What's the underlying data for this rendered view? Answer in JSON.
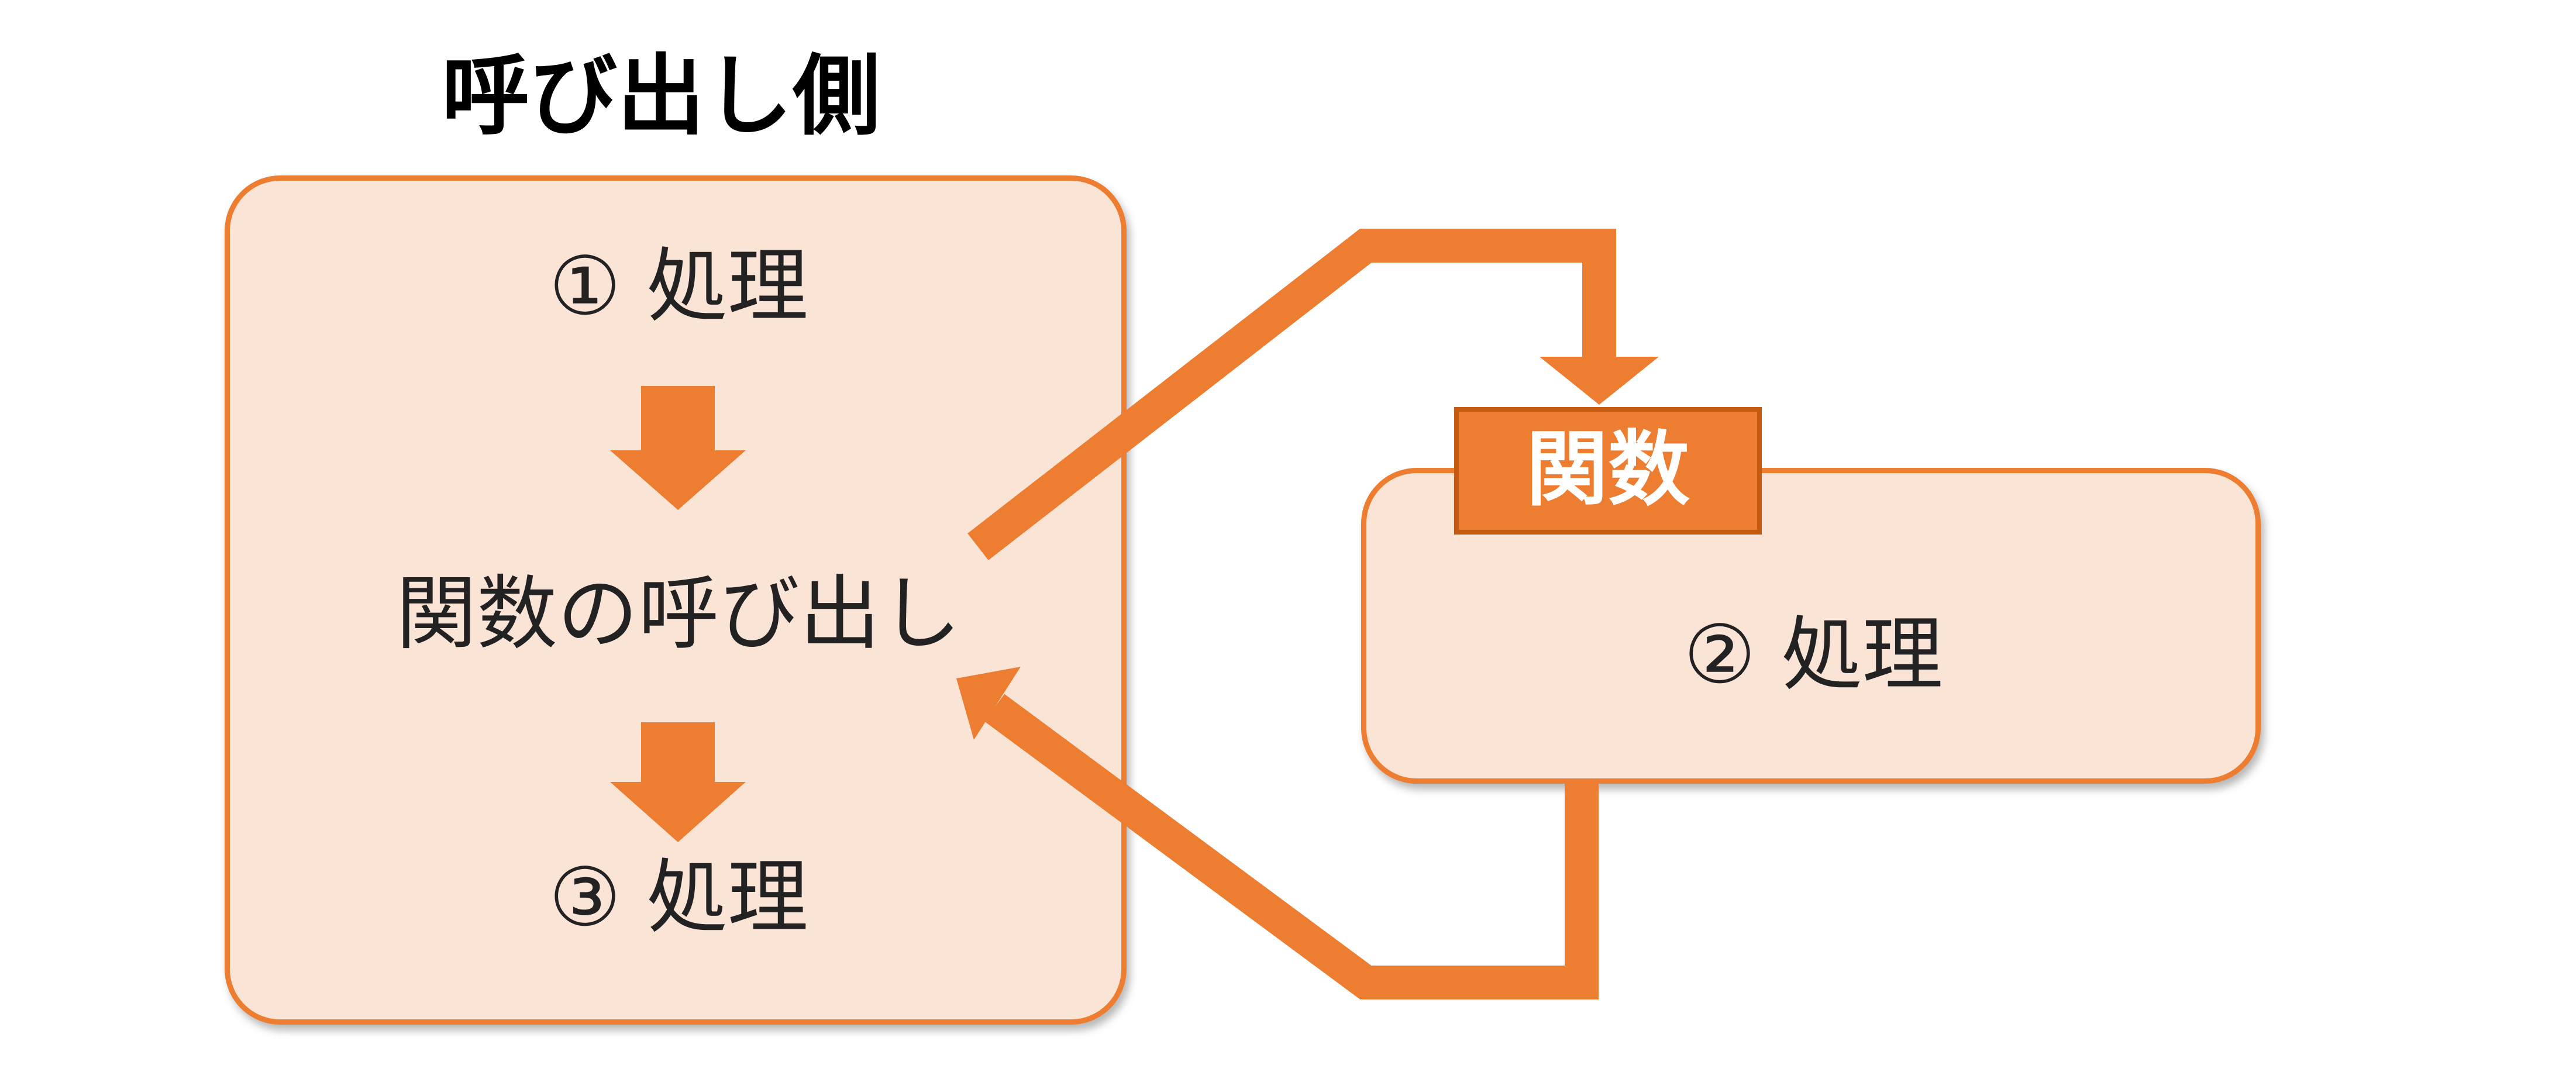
{
  "diagram": {
    "caller_title": "呼び出し側",
    "caller_steps": {
      "step1": "① 処理",
      "call": "関数の呼び出し",
      "step3": "③ 処理"
    },
    "function": {
      "tag": "関数",
      "step2": "② 処理"
    },
    "colors": {
      "accent": "#ed7d31",
      "accent_dark": "#c55a11",
      "panel_fill": "#fae4d6",
      "text": "#222222"
    }
  }
}
